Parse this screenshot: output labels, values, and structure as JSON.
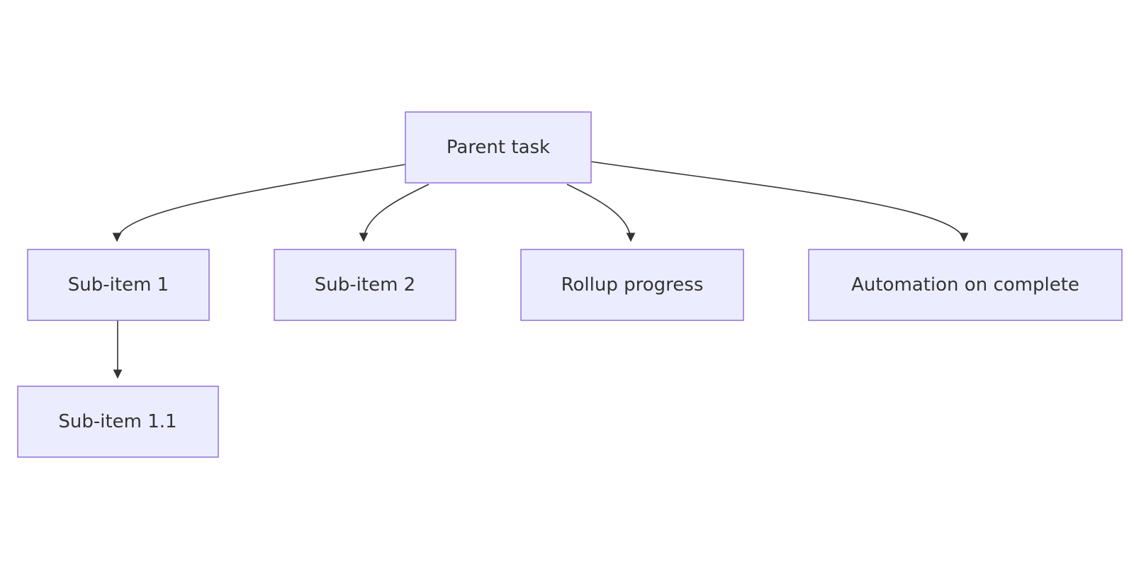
{
  "diagram": {
    "type": "flowchart",
    "direction": "top-down",
    "colors": {
      "node_fill": "#ececff",
      "node_border": "#9370db",
      "edge": "#333333",
      "text": "#333333"
    },
    "nodes": {
      "parent": "Parent task",
      "sub1": "Sub-item 1",
      "sub2": "Sub-item 2",
      "rollup": "Rollup progress",
      "automation": "Automation on complete",
      "sub11": "Sub-item 1.1"
    },
    "edges": [
      {
        "from": "parent",
        "to": "sub1"
      },
      {
        "from": "parent",
        "to": "sub2"
      },
      {
        "from": "parent",
        "to": "rollup"
      },
      {
        "from": "parent",
        "to": "automation"
      },
      {
        "from": "sub1",
        "to": "sub11"
      }
    ]
  }
}
